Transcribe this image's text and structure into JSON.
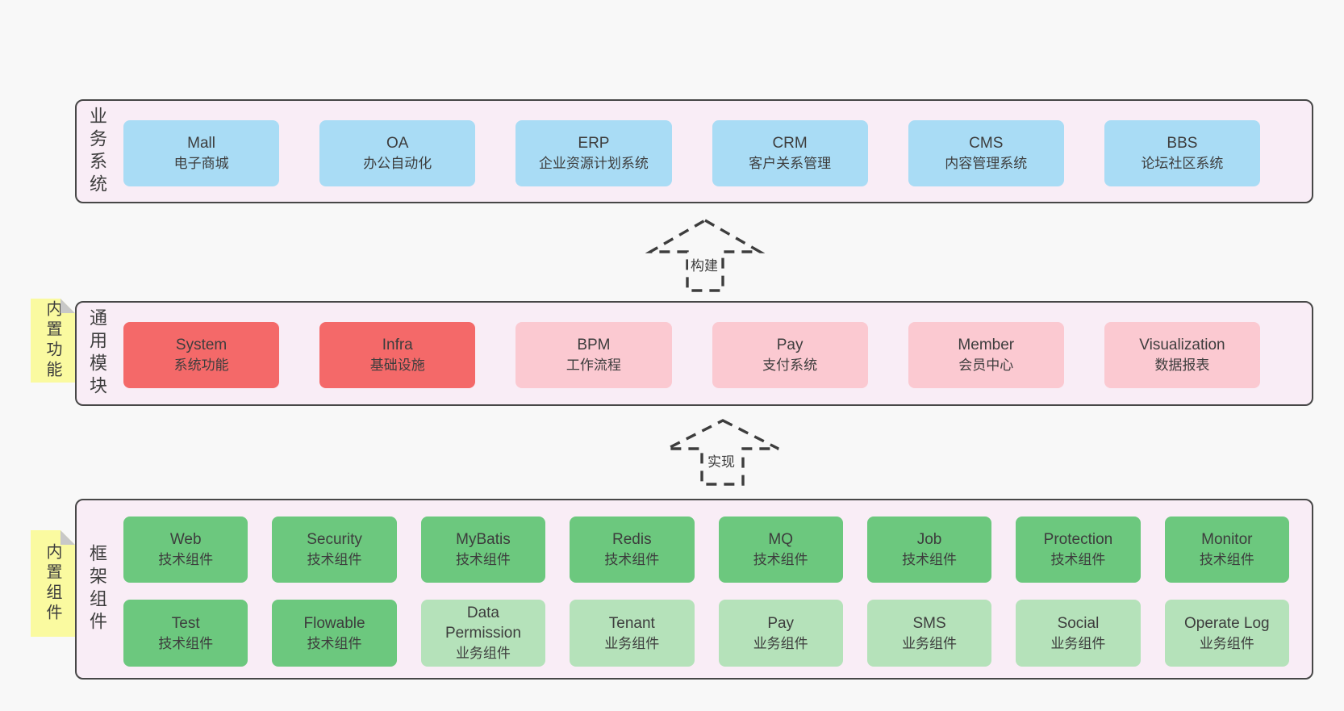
{
  "diagram": {
    "colors": {
      "blue": "#a9dcf5",
      "red": "#f46969",
      "pink": "#fbc9d1",
      "green": "#6cc87e",
      "lightgreen": "#b5e2ba",
      "sticky_yellow": "#fafaa0",
      "sticky_fold": "#c8c8c8",
      "layer_background": "#f9edf6",
      "layer_border": "#474747",
      "page_background": "#f8f8f8"
    },
    "arrows": [
      {
        "label": "构建"
      },
      {
        "label": "实现"
      }
    ],
    "layers": {
      "business": {
        "label": "业务系统",
        "boxes": [
          {
            "name": "Mall",
            "subtitle": "电子商城",
            "variant": "blue"
          },
          {
            "name": "OA",
            "subtitle": "办公自动化",
            "variant": "blue"
          },
          {
            "name": "ERP",
            "subtitle": "企业资源计划系统",
            "variant": "blue"
          },
          {
            "name": "CRM",
            "subtitle": "客户关系管理",
            "variant": "blue"
          },
          {
            "name": "CMS",
            "subtitle": "内容管理系统",
            "variant": "blue"
          },
          {
            "name": "BBS",
            "subtitle": "论坛社区系统",
            "variant": "blue"
          }
        ]
      },
      "modules": {
        "label": "通用模块",
        "sticky": "内置功能",
        "boxes": [
          {
            "name": "System",
            "subtitle": "系统功能",
            "variant": "red"
          },
          {
            "name": "Infra",
            "subtitle": "基础设施",
            "variant": "red"
          },
          {
            "name": "BPM",
            "subtitle": "工作流程",
            "variant": "pink"
          },
          {
            "name": "Pay",
            "subtitle": "支付系统",
            "variant": "pink"
          },
          {
            "name": "Member",
            "subtitle": "会员中心",
            "variant": "pink"
          },
          {
            "name": "Visualization",
            "subtitle": "数据报表",
            "variant": "pink"
          }
        ]
      },
      "components": {
        "label": "框架组件",
        "sticky": "内置组件",
        "row1": [
          {
            "name": "Web",
            "subtitle": "技术组件",
            "variant": "green"
          },
          {
            "name": "Security",
            "subtitle": "技术组件",
            "variant": "green"
          },
          {
            "name": "MyBatis",
            "subtitle": "技术组件",
            "variant": "green"
          },
          {
            "name": "Redis",
            "subtitle": "技术组件",
            "variant": "green"
          },
          {
            "name": "MQ",
            "subtitle": "技术组件",
            "variant": "green"
          },
          {
            "name": "Job",
            "subtitle": "技术组件",
            "variant": "green"
          },
          {
            "name": "Protection",
            "subtitle": "技术组件",
            "variant": "green"
          },
          {
            "name": "Monitor",
            "subtitle": "技术组件",
            "variant": "green"
          }
        ],
        "row2": [
          {
            "name": "Test",
            "subtitle": "技术组件",
            "variant": "green"
          },
          {
            "name": "Flowable",
            "subtitle": "技术组件",
            "variant": "green"
          },
          {
            "name": "Data Permission",
            "subtitle": "业务组件",
            "variant": "lightgreen"
          },
          {
            "name": "Tenant",
            "subtitle": "业务组件",
            "variant": "lightgreen"
          },
          {
            "name": "Pay",
            "subtitle": "业务组件",
            "variant": "lightgreen"
          },
          {
            "name": "SMS",
            "subtitle": "业务组件",
            "variant": "lightgreen"
          },
          {
            "name": "Social",
            "subtitle": "业务组件",
            "variant": "lightgreen"
          },
          {
            "name": "Operate Log",
            "subtitle": "业务组件",
            "variant": "lightgreen"
          }
        ]
      }
    }
  }
}
